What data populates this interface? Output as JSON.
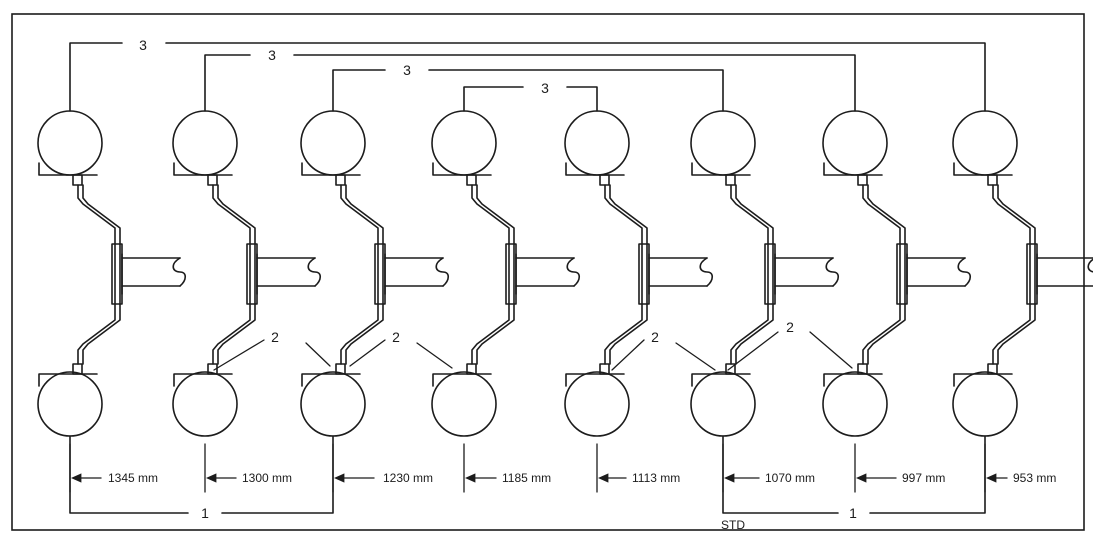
{
  "diagram": {
    "wheel_count": 8,
    "colors": {
      "ink": "#1c1c1c",
      "background": "#ffffff"
    },
    "bracket_labels": [
      {
        "id": "3a",
        "text": "3"
      },
      {
        "id": "3b",
        "text": "3"
      },
      {
        "id": "3c",
        "text": "3"
      },
      {
        "id": "3d",
        "text": "3"
      },
      {
        "id": "1a",
        "text": "1"
      },
      {
        "id": "1b",
        "text": "1"
      }
    ],
    "callout_labels": [
      {
        "id": "2a",
        "text": "2"
      },
      {
        "id": "2b",
        "text": "2"
      },
      {
        "id": "2c",
        "text": "2"
      },
      {
        "id": "2d",
        "text": "2"
      }
    ],
    "std_label": "STD",
    "dimensions": [
      {
        "label": "1345 mm"
      },
      {
        "label": "1300 mm"
      },
      {
        "label": "1230 mm"
      },
      {
        "label": "1185 mm"
      },
      {
        "label": "1113 mm"
      },
      {
        "label": "1070 mm"
      },
      {
        "label": "997 mm"
      },
      {
        "label": "953 mm"
      }
    ]
  }
}
